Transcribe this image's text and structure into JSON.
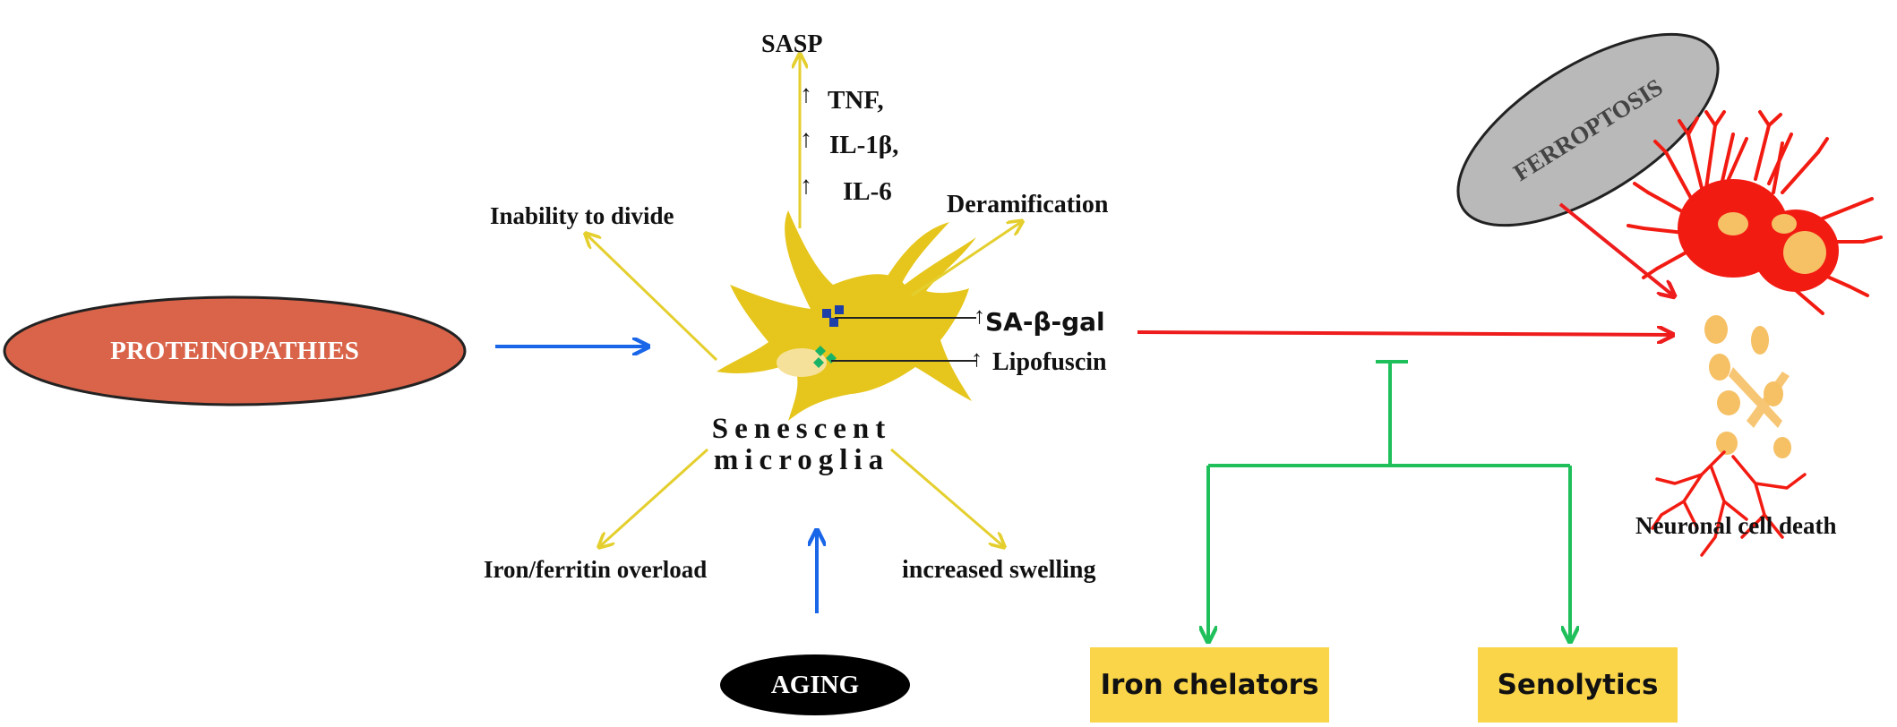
{
  "nodes": {
    "proteinopathies": "PROTEINOPATHIES",
    "aging": "AGING",
    "ferroptosis": "FERROPTOSIS",
    "senescent_line1": "Senescent",
    "senescent_line2": "microglia",
    "neuronal_death": "Neuronal cell death",
    "iron_chelators": "Iron chelators",
    "senolytics": "Senolytics"
  },
  "features": {
    "sasp": "SASP",
    "tnf": "TNF,",
    "il1b": "IL-1β,",
    "il6": "IL-6",
    "inability": "Inability to divide",
    "deramification": "Deramification",
    "sa_beta_gal": "SA-β-gal",
    "lipofuscin": "Lipofuscin",
    "iron_overload": "Iron/ferritin overload",
    "swelling": "increased swelling"
  },
  "symbols": {
    "up_arrow": "↑"
  },
  "colors": {
    "proteinopathies_fill": "#d9644a",
    "aging_fill": "#000000",
    "ferroptosis_fill": "#b9b9b9",
    "microglia_fill": "#e6c61c",
    "neuron_fill": "#f21b12",
    "soma_fill": "#f6c065",
    "box_fill": "#fad54a",
    "blue_arrow": "#1a66e8",
    "yellow_arrow": "#e4cf2e",
    "red_arrow": "#ee1c1c",
    "green_arrow": "#1fc05b"
  }
}
